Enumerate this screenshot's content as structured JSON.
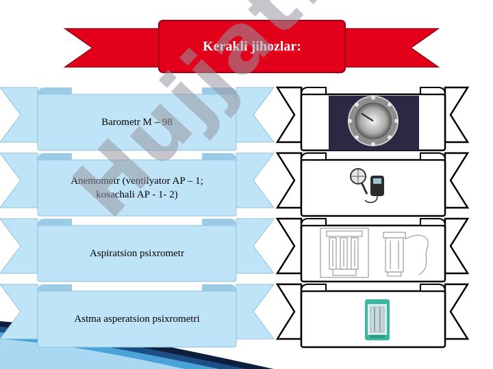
{
  "slide": {
    "title": "Kerakli jihozlar:",
    "items": [
      {
        "label": "Barometr M – 98"
      },
      {
        "label": "Anemometr (ventilyator AP – 1;\nkosachali  AP   - 1- 2)"
      },
      {
        "label": "Aspiratsion psixrometr"
      },
      {
        "label": "Astma asperatsion psixrometri"
      }
    ],
    "watermark": "Hujjat.uz"
  },
  "colors": {
    "title_ribbon": "#e2001a",
    "item_ribbon": "#bfe4f7",
    "accent_navy": "#0d1f3d",
    "accent_cyan": "#4aa3d8",
    "watermark": "#9a9aa6"
  }
}
